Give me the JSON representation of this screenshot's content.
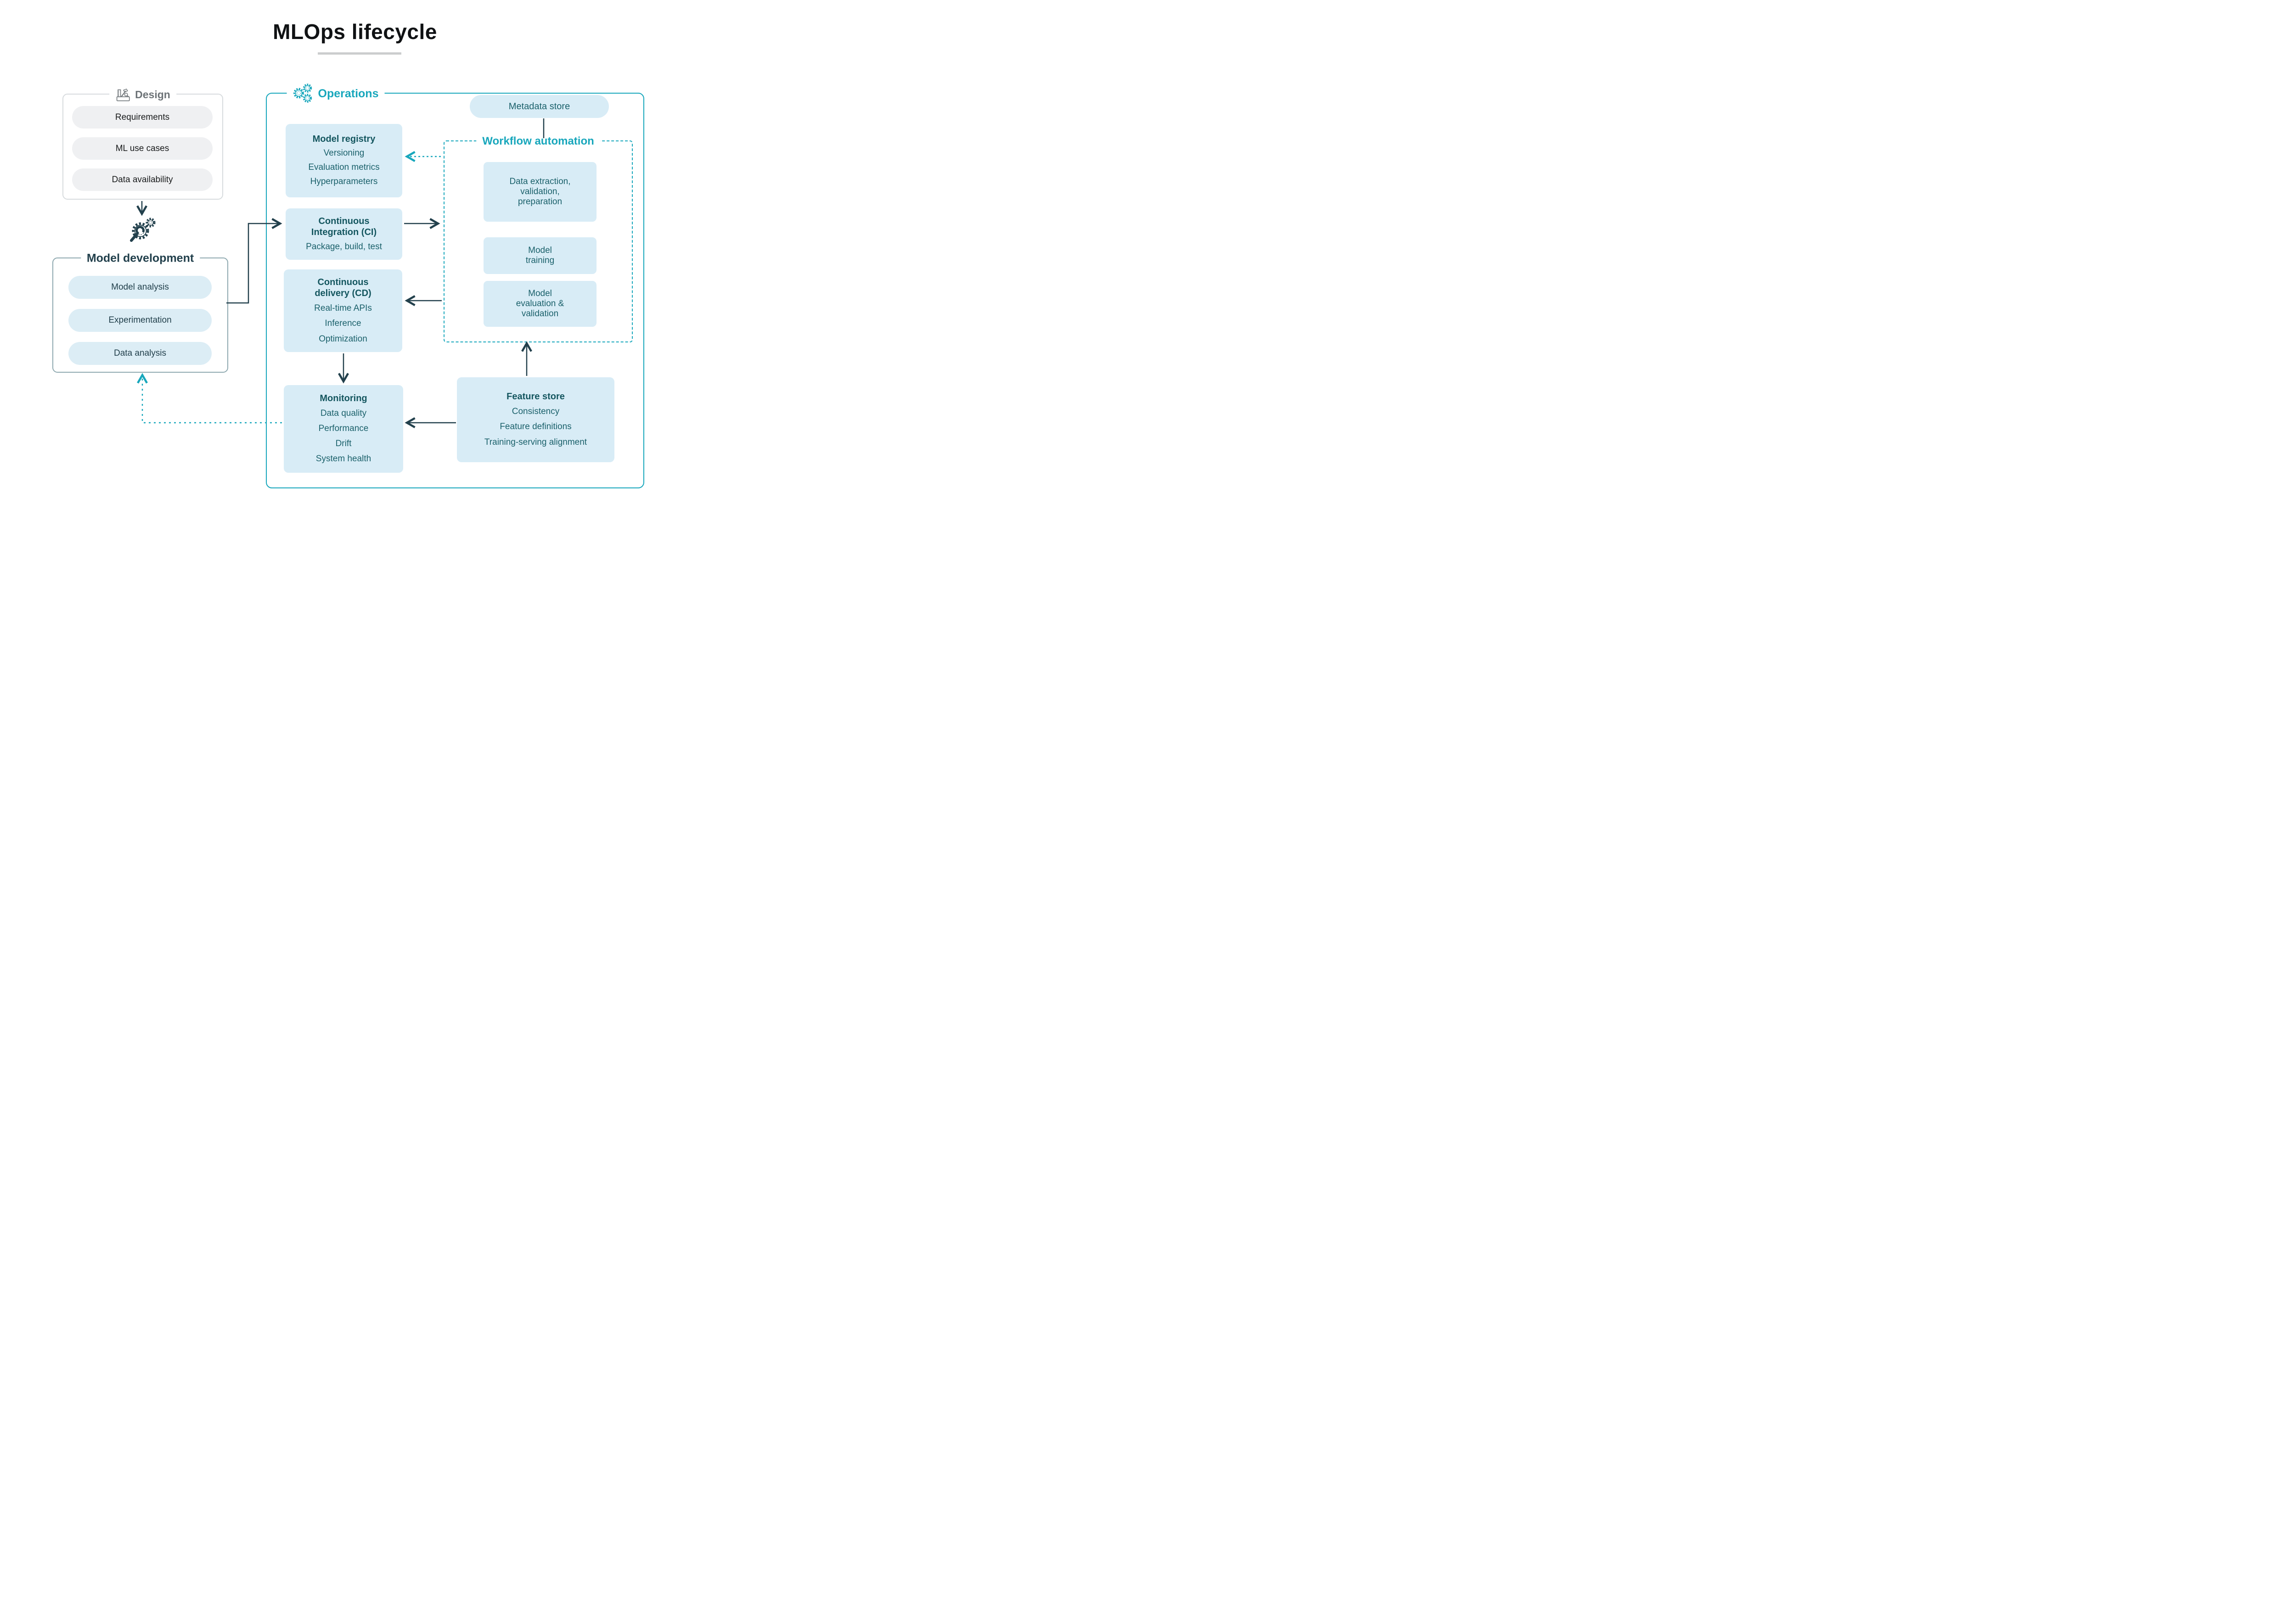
{
  "page": {
    "title": "MLOps lifecycle"
  },
  "design": {
    "title": "Design",
    "items": [
      "Requirements",
      "ML use cases",
      "Data availability"
    ]
  },
  "model_development": {
    "title": "Model development",
    "items": [
      "Model analysis",
      "Experimentation",
      "Data analysis"
    ]
  },
  "operations": {
    "title": "Operations",
    "metadata_store": "Metadata store",
    "model_registry": {
      "title": "Model registry",
      "items": [
        "Versioning",
        "Evaluation metrics",
        "Hyperparameters"
      ]
    },
    "continuous_integration": {
      "title": "Continuous Integration (CI)",
      "subtitle": "Package, build, test"
    },
    "continuous_delivery": {
      "title": "Continuous delivery (CD)",
      "items": [
        "Real-time APIs",
        "Inference",
        "Optimization"
      ]
    },
    "monitoring": {
      "title": "Monitoring",
      "items": [
        "Data quality",
        "Performance",
        "Drift",
        "System health"
      ]
    },
    "workflow_automation": {
      "title": "Workflow automation",
      "steps": [
        {
          "lines": [
            "Data extraction,",
            "validation,",
            "preparation"
          ]
        },
        {
          "lines": [
            "Model",
            "training"
          ]
        },
        {
          "lines": [
            "Model",
            "evaluation &",
            "validation"
          ]
        }
      ]
    },
    "feature_store": {
      "title": "Feature store",
      "items": [
        "Consistency",
        "Feature definitions",
        "Training-serving alignment"
      ]
    }
  },
  "colors": {
    "accent_teal": "#18a7bc",
    "panel_blue": "#d8ecf6",
    "text_teal": "#1b616b",
    "text_dark": "#22404c",
    "gray_title": "#6d7377"
  }
}
